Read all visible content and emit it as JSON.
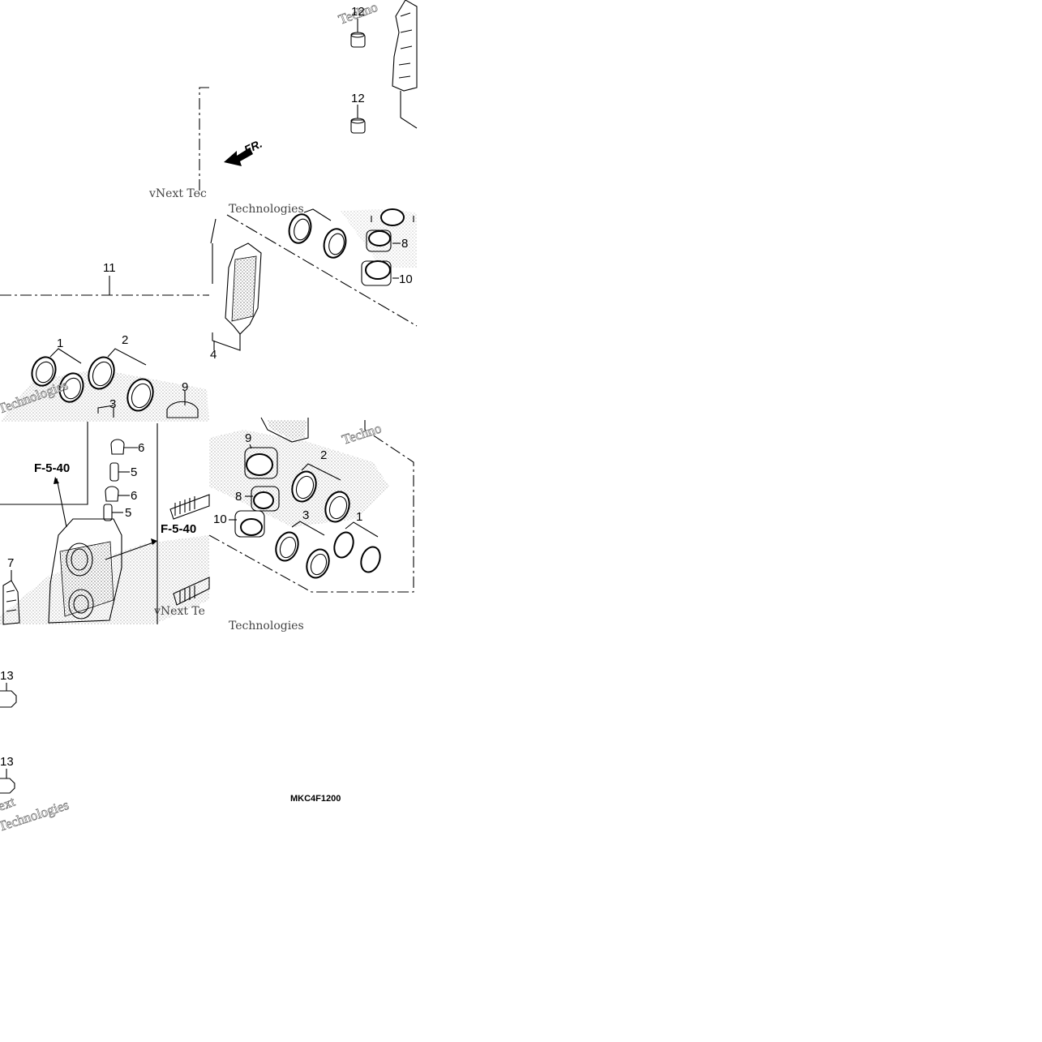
{
  "diagram": {
    "drawing_code": "MKC4F1200",
    "front_marker": "FR.",
    "watermarks": [
      "vNext Technologies",
      "Technologies",
      "Technologies",
      "Techno",
      "Techno",
      "vNext Tec",
      "vNext Te",
      "ext"
    ],
    "references": [
      "F-5-40",
      "F-5-40"
    ],
    "callouts": [
      {
        "id": "c12a",
        "text": "12"
      },
      {
        "id": "c12b",
        "text": "12"
      },
      {
        "id": "c11",
        "text": "11"
      },
      {
        "id": "c1a",
        "text": "1"
      },
      {
        "id": "c2a",
        "text": "2"
      },
      {
        "id": "c3a",
        "text": "3"
      },
      {
        "id": "c9a",
        "text": "9"
      },
      {
        "id": "c8a",
        "text": "8"
      },
      {
        "id": "c10a",
        "text": "10"
      },
      {
        "id": "c4",
        "text": "4"
      },
      {
        "id": "c6a",
        "text": "6"
      },
      {
        "id": "c5a",
        "text": "5"
      },
      {
        "id": "c6b",
        "text": "6"
      },
      {
        "id": "c5b",
        "text": "5"
      },
      {
        "id": "c7",
        "text": "7"
      },
      {
        "id": "c9b",
        "text": "9"
      },
      {
        "id": "c2b",
        "text": "2"
      },
      {
        "id": "c8b",
        "text": "8"
      },
      {
        "id": "c10b",
        "text": "10"
      },
      {
        "id": "c3b",
        "text": "3"
      },
      {
        "id": "c1b",
        "text": "1"
      },
      {
        "id": "c13a",
        "text": "13"
      },
      {
        "id": "c13b",
        "text": "13"
      }
    ]
  }
}
